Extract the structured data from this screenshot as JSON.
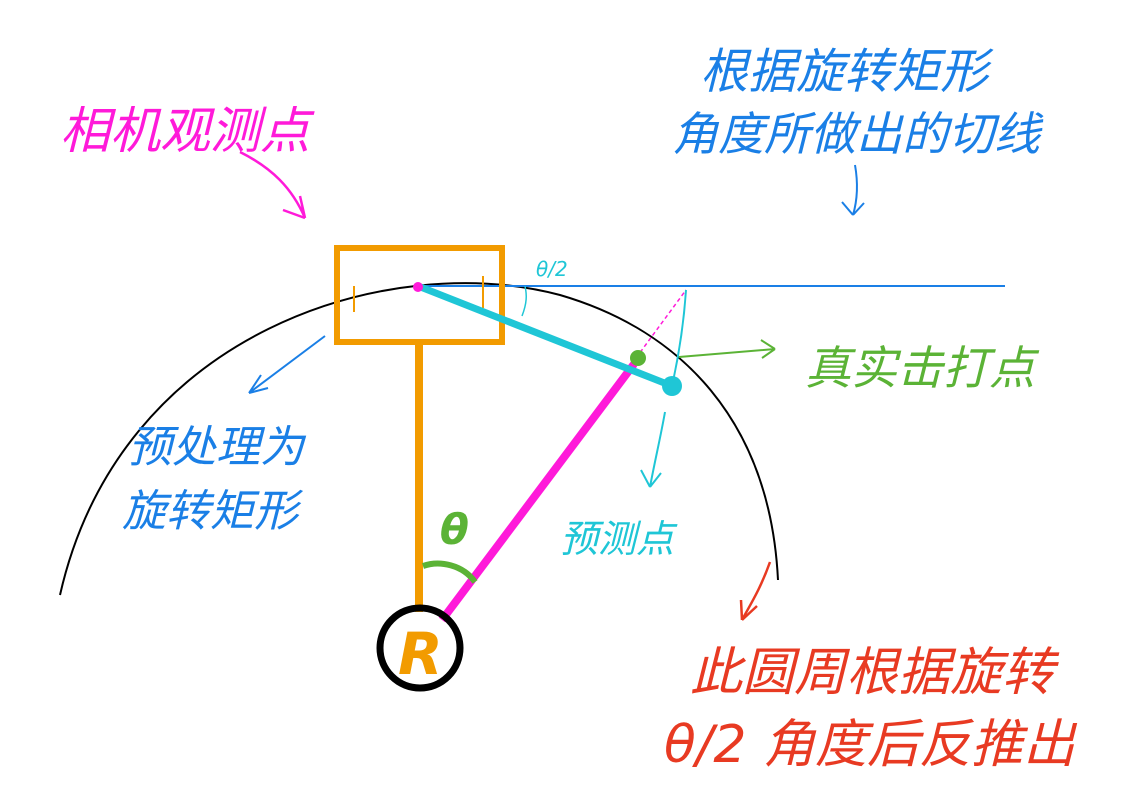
{
  "colors": {
    "magenta": "#ff1ad9",
    "blue": "#1a7fe6",
    "cyan": "#1fc6d6",
    "orange": "#f29b00",
    "green": "#5bb336",
    "red": "#e83a22",
    "black": "#000000"
  },
  "labels": {
    "camera_observation_point": "相机观测点",
    "tangent_line_line1": "根据旋转矩形",
    "tangent_line_line2": "角度所做出的切线",
    "half_angle": "θ/2",
    "real_hit_point": "真实击打点",
    "preprocess_line1": "预处理为",
    "preprocess_line2": "旋转矩形",
    "theta": "θ",
    "predicted_point": "预测点",
    "circle_note_line1": "此圆周根据旋转",
    "circle_note_line2": "θ/2 角度后反推出",
    "center_label": "R"
  }
}
